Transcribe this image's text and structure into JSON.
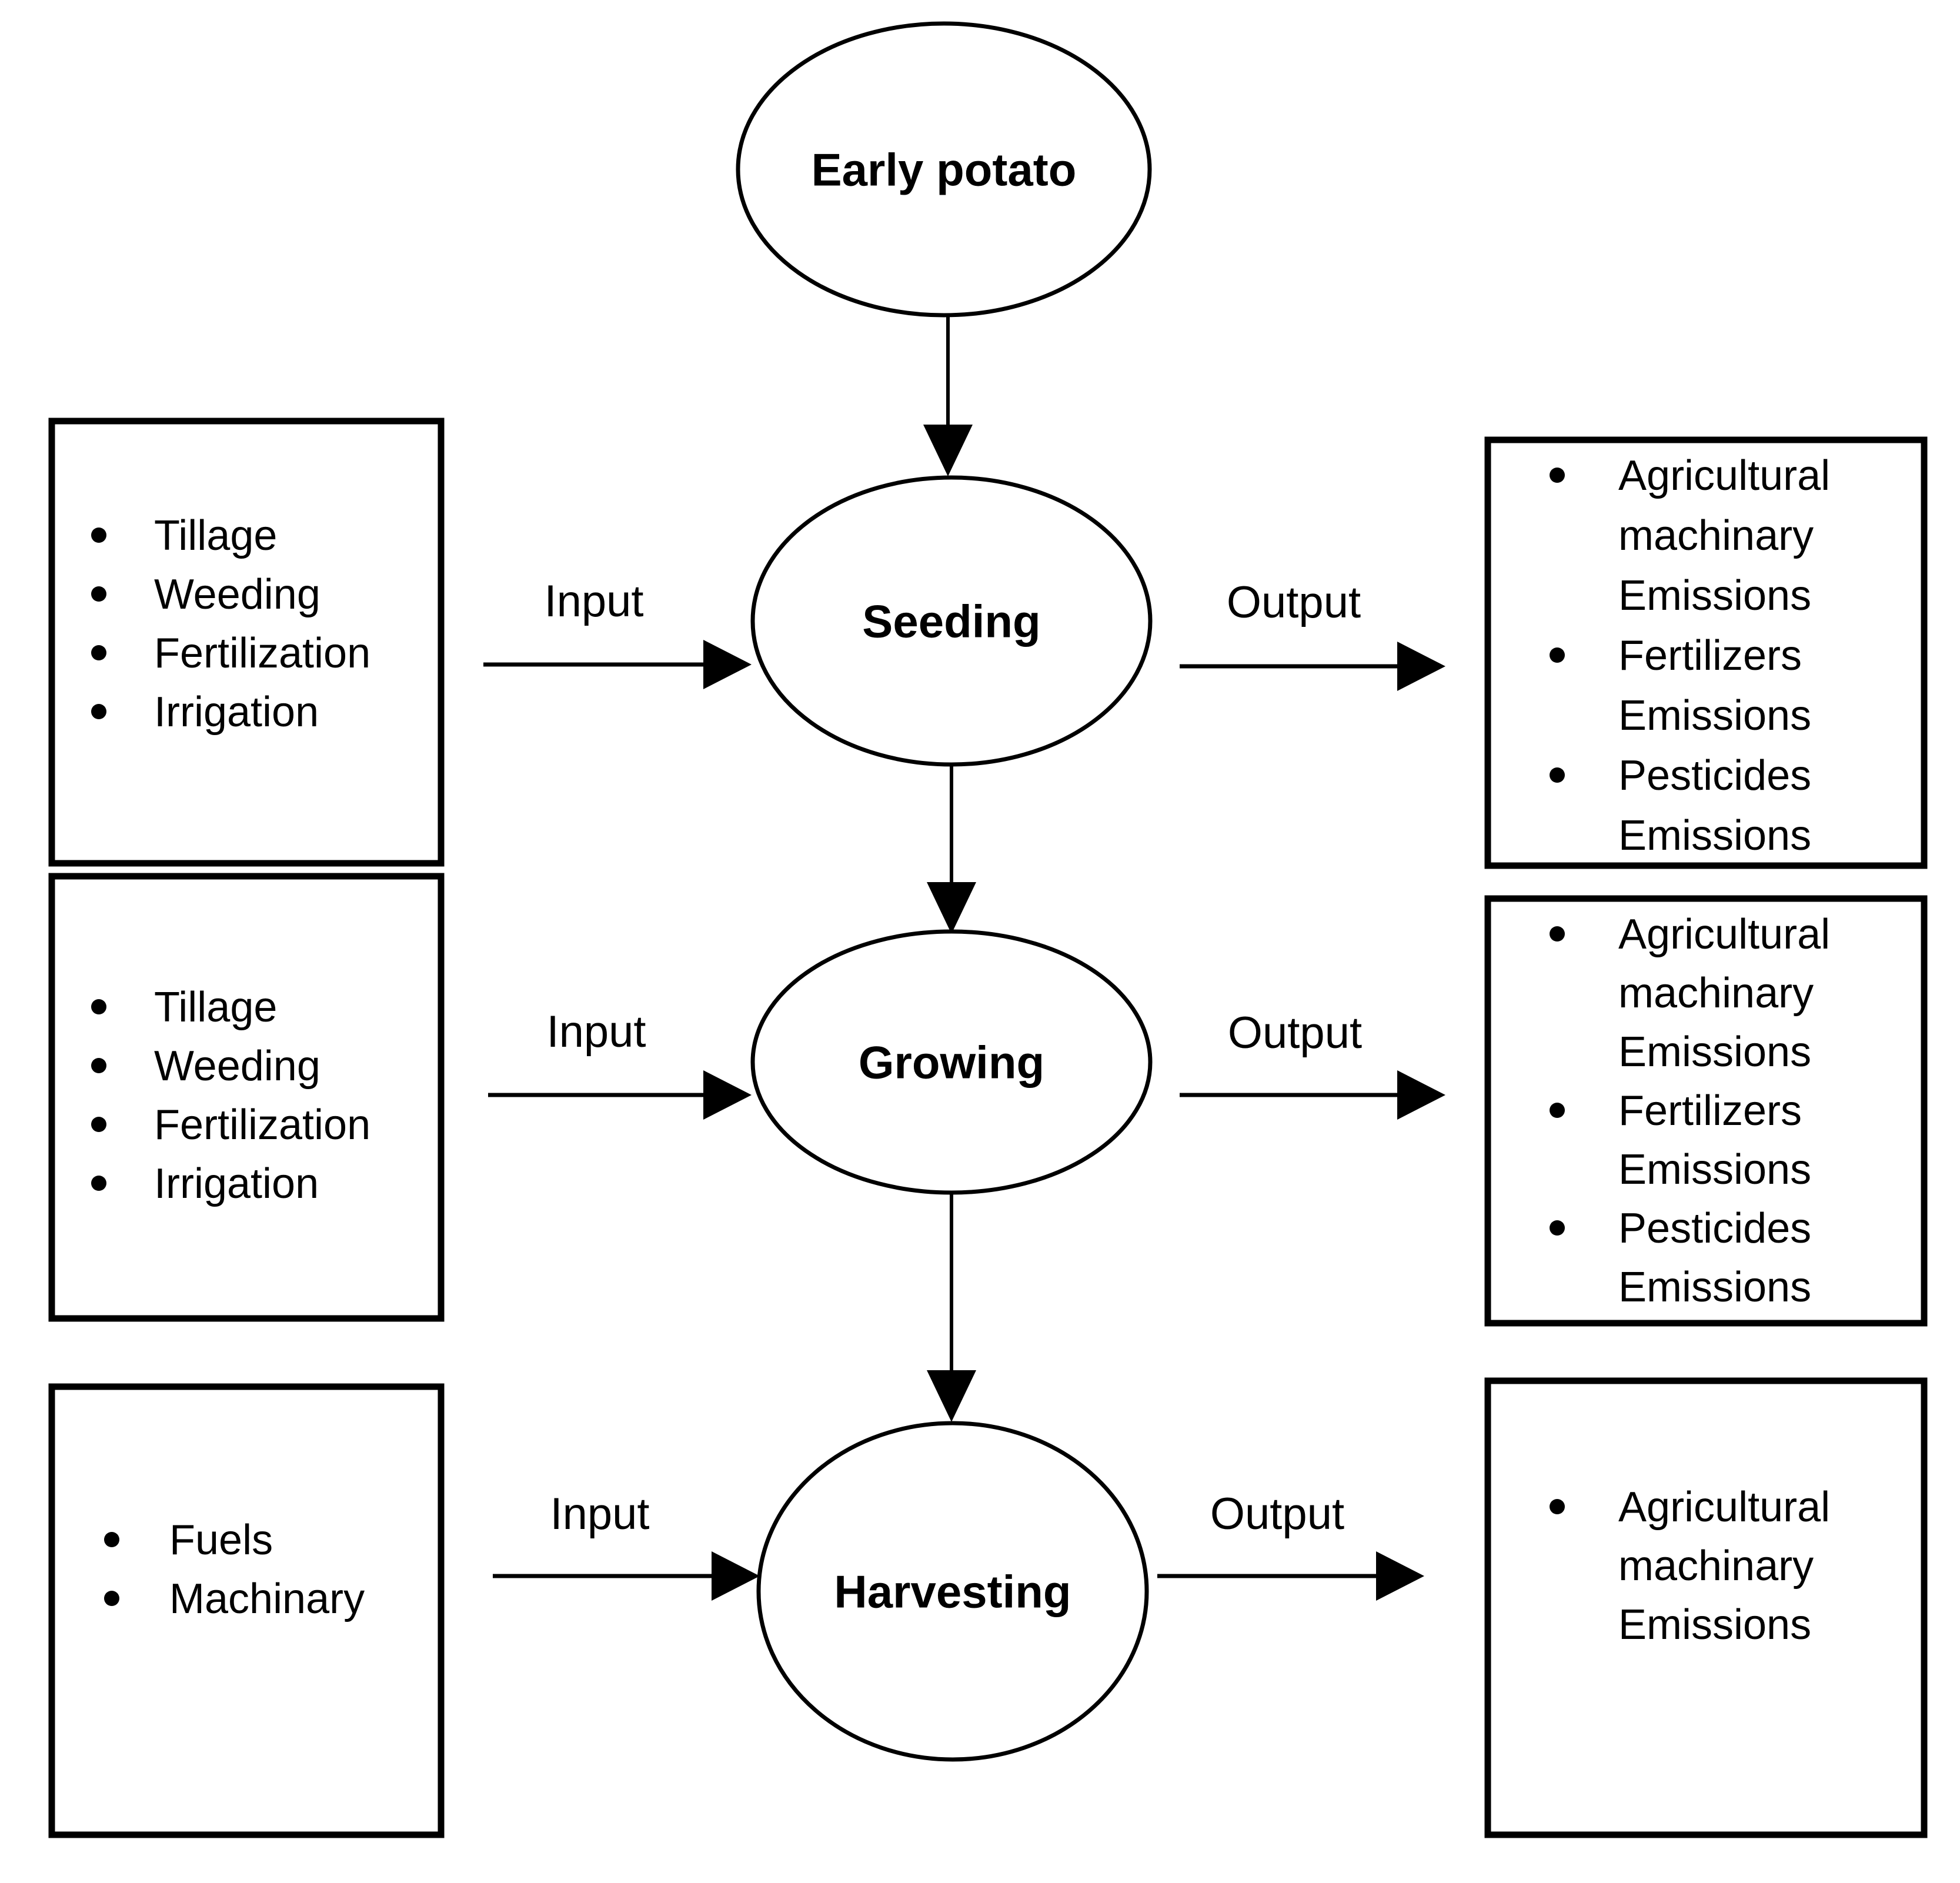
{
  "diagram": {
    "title_node": {
      "label": "Early potato"
    },
    "stages": [
      {
        "id": "seeding",
        "node_label": "Seeding",
        "input_label": "Input",
        "output_label": "Output",
        "inputs": [
          "Tillage",
          "Weeding",
          "Fertilization",
          "Irrigation"
        ],
        "outputs": [
          [
            "Agricultural",
            "machinary",
            "Emissions"
          ],
          [
            "Fertilizers",
            "Emissions"
          ],
          [
            "Pesticides",
            "Emissions"
          ]
        ]
      },
      {
        "id": "growing",
        "node_label": "Growing",
        "input_label": "Input",
        "output_label": "Output",
        "inputs": [
          "Tillage",
          "Weeding",
          "Fertilization",
          "Irrigation"
        ],
        "outputs": [
          [
            "Agricultural",
            "machinary",
            "Emissions"
          ],
          [
            "Fertilizers",
            "Emissions"
          ],
          [
            "Pesticides",
            "Emissions"
          ]
        ]
      },
      {
        "id": "harvesting",
        "node_label": "Harvesting",
        "input_label": "Input",
        "output_label": "Output",
        "inputs": [
          "Fuels",
          "Machinary"
        ],
        "outputs": [
          [
            "Agricultural",
            "machinary",
            "Emissions"
          ]
        ]
      }
    ],
    "colors": {
      "stroke": "#000000",
      "background": "#ffffff",
      "text": "#000000"
    }
  }
}
